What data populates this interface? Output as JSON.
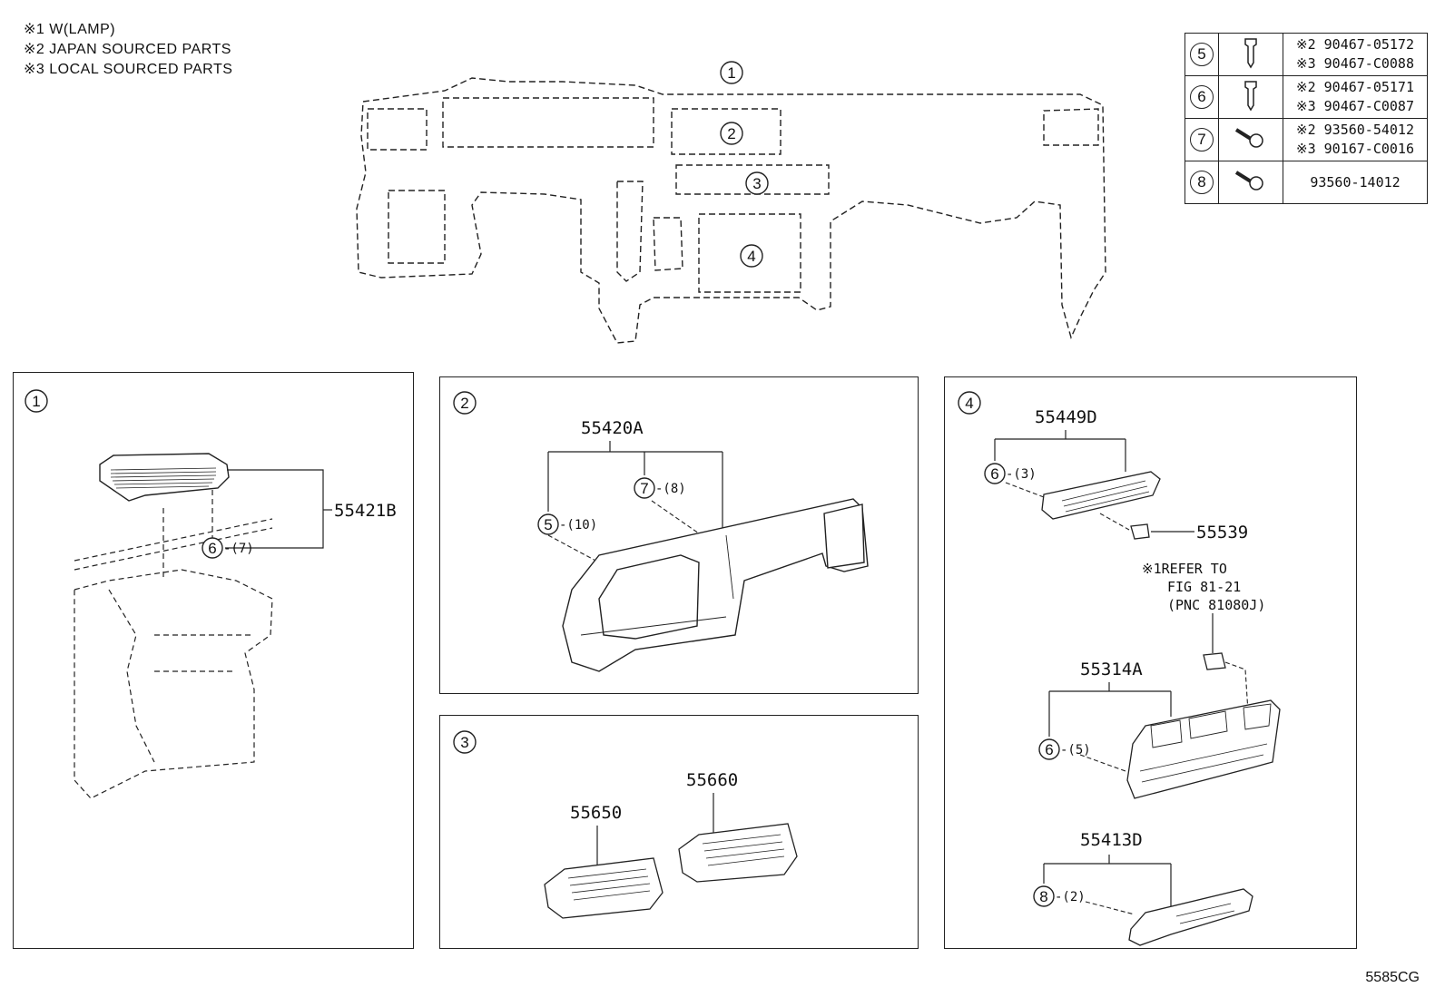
{
  "notes": [
    "※1 W(LAMP)",
    "※2 JAPAN SOURCED PARTS",
    "※3 LOCAL SOURCED PARTS"
  ],
  "legend": [
    {
      "num": "5",
      "codes": [
        "※2 90467-05172",
        "※3 90467-C0088"
      ]
    },
    {
      "num": "6",
      "codes": [
        "※2 90467-05171",
        "※3 90467-C0087"
      ]
    },
    {
      "num": "7",
      "codes": [
        "※2 93560-54012",
        "※3 90167-C0016"
      ]
    },
    {
      "num": "8",
      "codes": [
        "93560-14012"
      ]
    }
  ],
  "overview": {
    "callouts": [
      "1",
      "2",
      "3",
      "4"
    ]
  },
  "panels": {
    "p1": {
      "num": "1",
      "part": "55421B",
      "fastener": "6",
      "qty": "-(7)"
    },
    "p2": {
      "num": "2",
      "part": "55420A",
      "fastener_a": "5",
      "qty_a": "-(10)",
      "fastener_b": "7",
      "qty_b": "-(8)"
    },
    "p3": {
      "num": "3",
      "part_a": "55650",
      "part_b": "55660"
    },
    "p4": {
      "num": "4",
      "part_a": "55449D",
      "fastener_a": "6",
      "qty_a": "-(3)",
      "part_b": "55539",
      "ref_lines": [
        "※1REFER TO",
        "FIG 81-21",
        "(PNC 81080J)"
      ],
      "part_c": "55314A",
      "fastener_c": "6",
      "qty_c": "-(5)",
      "part_d": "55413D",
      "fastener_d": "8",
      "qty_d": "-(2)"
    }
  },
  "footer": "5585CG"
}
